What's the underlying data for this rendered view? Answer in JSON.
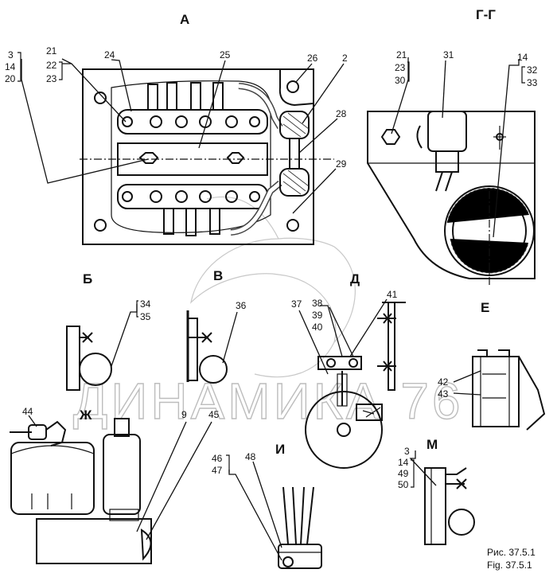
{
  "views": {
    "a": "А",
    "gg": "Г-Г",
    "b": "Б",
    "v": "В",
    "d": "Д",
    "e": "Е",
    "zh": "Ж",
    "i": "И",
    "m": "М"
  },
  "callouts": {
    "c3a": "3",
    "c14a": "14",
    "c20": "20",
    "c21a": "21",
    "c22": "22",
    "c23a": "23",
    "c24": "24",
    "c25": "25",
    "c26": "26",
    "c2": "2",
    "c28": "28",
    "c29": "29",
    "c21b": "21",
    "c23b": "23",
    "c30": "30",
    "c31": "31",
    "c14b": "14",
    "c32": "32",
    "c33": "33",
    "c34": "34",
    "c35": "35",
    "c36": "36",
    "c37": "37",
    "c38": "38",
    "c39": "39",
    "c40": "40",
    "c41": "41",
    "c42": "42",
    "c43": "43",
    "c44": "44",
    "c9": "9",
    "c45": "45",
    "c46": "46",
    "c47": "47",
    "c48": "48",
    "c3b": "3",
    "c14c": "14",
    "c49": "49",
    "c50": "50"
  },
  "caption": {
    "ru": "Рис. 37.5.1",
    "en": "Fig. 37.5.1"
  },
  "watermark": "ДИНАМИКА 76"
}
